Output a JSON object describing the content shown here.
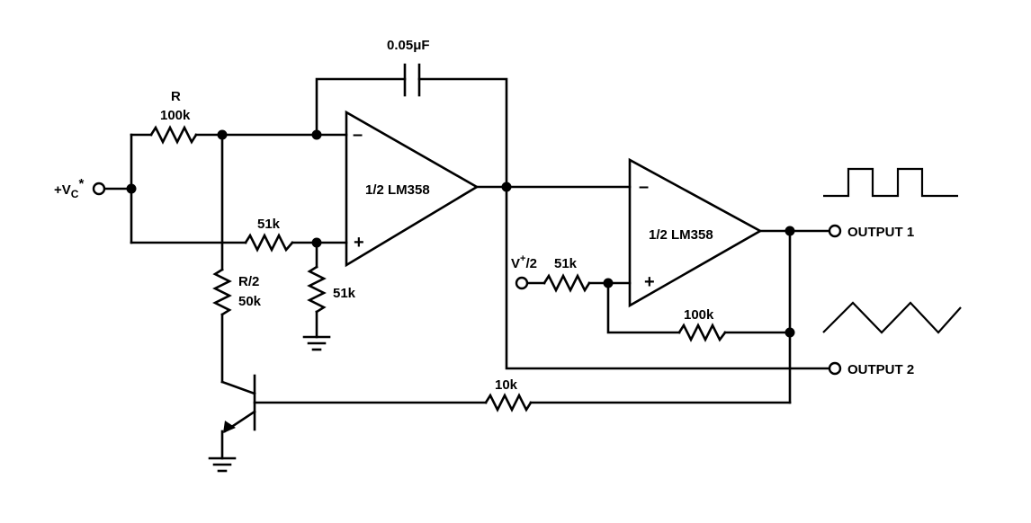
{
  "labels": {
    "vc_input": "+V",
    "vc_sub": "C",
    "vc_star": "*",
    "r_name": "R",
    "r_value": "100k",
    "r51_a": "51k",
    "r51_b": "51k",
    "r2_name": "R/2",
    "r2_value": "50k",
    "cap": "0.05μF",
    "opamp1": "1/2 LM358",
    "opamp2": "1/2 LM358",
    "vplus_base": "V",
    "vplus_sup": "+",
    "vplus_tail": "/2",
    "r51_c": "51k",
    "r100k_fb": "100k",
    "r10k": "10k",
    "output1": "OUTPUT 1",
    "output2": "OUTPUT 2",
    "minus": "–",
    "plus": "+"
  }
}
